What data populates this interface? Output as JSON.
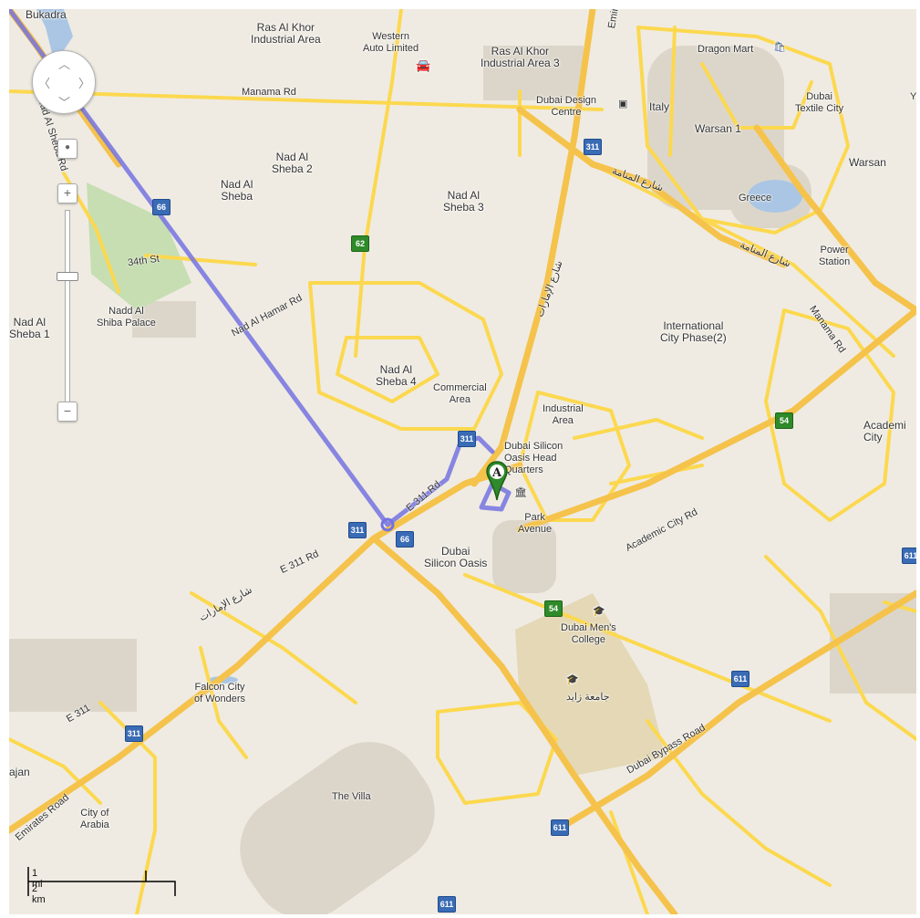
{
  "labels": {
    "bukadra": "Bukadra",
    "ras_al_khor_industrial": "Ras Al Khor\nIndustrial Area",
    "western_auto": "Western\nAuto Limited",
    "ras_al_khor_3": "Ras Al Khor\nIndustrial Area 3",
    "dragon_mart": "Dragon Mart",
    "dubai_design_centre": "Dubai Design\nCentre",
    "italy": "Italy",
    "warsan1": "Warsan 1",
    "dubai_textile_city": "Dubai\nTextile City",
    "warsan": "Warsan",
    "greece": "Greece",
    "power_station": "Power\nStation",
    "nad_al_sheba_2": "Nad Al\nSheba 2",
    "nad_al_sheba": "Nad Al\nSheba",
    "nad_al_sheba_3": "Nad Al\nSheba 3",
    "nadd_al_shiba_palace": "Nadd Al\nShiba Palace",
    "nad_al_sheba_1": "Nad Al\nSheba 1",
    "international_city": "International\nCity Phase(2)",
    "nad_al_sheba_4": "Nad Al\nSheba 4",
    "commercial_area": "Commercial\nArea",
    "industrial_area": "Industrial\nArea",
    "academic_city": "Academi\nCity",
    "dso_hq": "Dubai Silicon\nOasis Head\nQuarters",
    "park_avenue": "Park\nAvenue",
    "dubai_silicon_oasis": "Dubai\nSilicon Oasis",
    "dubai_mens_college": "Dubai Men's\nCollege",
    "zayed_univ": "جامعة زايد",
    "falcon_city": "Falcon City\nof Wonders",
    "the_villa": "The Villa",
    "city_of_arabia": "City of\nArabia",
    "ajan": "ajan"
  },
  "roads": {
    "manama_rd": "Manama Rd",
    "emirates": "Emirates",
    "sheba_rd": "Nad Al Sheba Rd",
    "34th_st": "34th St",
    "nad_al_hamar": "Nad Al Hamar Rd",
    "e311_a": "E 311 Rd",
    "e311_b": "E 311 Rd",
    "e311_c": "E 311",
    "academic_city_rd": "Academic City Rd",
    "manama_rd_b": "Manama Rd",
    "dubai_bypass": "Dubai Bypass Road",
    "emirates_road": "Emirates Road",
    "arabic_emarat_1": "شارع الإمارات",
    "arabic_emarat_2": "شارع الإمارات",
    "arabic_manama_1": "شارع المنامة",
    "arabic_manama_2": "شارع المنامة"
  },
  "shields": {
    "s311_a": "311",
    "s311_b": "311",
    "s311_c": "311",
    "s311_d": "311",
    "s66_a": "66",
    "s66_b": "66",
    "s62": "62",
    "s54_a": "54",
    "s54_b": "54",
    "s611_a": "611",
    "s611_b": "611",
    "s611_c": "611",
    "s611_d": "611"
  },
  "marker_letter": "A",
  "scale": {
    "mi": "1 mi",
    "km": "2 km"
  },
  "colors": {
    "land": "#efebe2",
    "road": "#fcd84f",
    "highway": "#f7c34a",
    "route": "#7473e0",
    "developed": "#d9d3c7",
    "park": "#c8dfb5",
    "water": "#aac6e4",
    "marker": "#2e8a2a"
  }
}
